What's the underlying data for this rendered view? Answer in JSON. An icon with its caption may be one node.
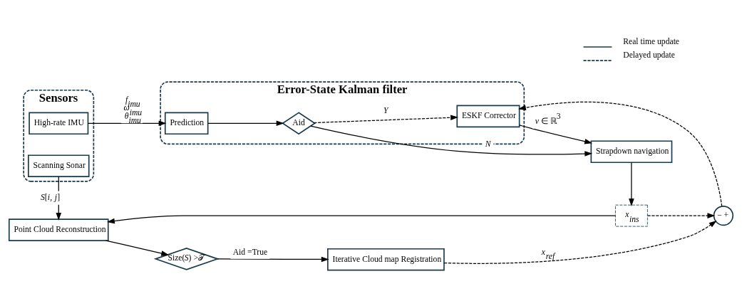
{
  "diagram": {
    "nodes": [
      {
        "text": [
          "Sensors"
        ]
      },
      {
        "text": [
          "High-rate IMU"
        ],
        "in": 0
      },
      {
        "text": [
          "Scanning Sonar"
        ],
        "in": 0
      },
      {
        "text": [
          "Error-State Kalman filter"
        ]
      },
      {
        "text": [
          "Prediction"
        ],
        "in": 3
      },
      {
        "text": [
          "Aid"
        ],
        "in": 3
      },
      {
        "text": [
          "ESKF Corrector"
        ],
        "in": 3
      },
      {
        "text": [
          "Strapdown navigation"
        ]
      },
      {
        "text": [
          "Point Cloud Reconstruction"
        ]
      },
      {
        "text": [
          "Size(*S*) >𝒯"
        ]
      },
      {
        "text": [
          "Iterative Cloud map Registration"
        ]
      },
      {
        "text": [
          "−",
          "+"
        ]
      },
      {
        "text": [
          "*x*$_{ins}$"
        ]
      }
    ],
    "edges": [
      {
        "from": 1,
        "to": 4,
        "arrow": "to",
        "label": "*f*$_{imu}$ *ω*$_{imu}$ *θ*$_{imu}$"
      },
      {
        "from": 4,
        "to": 5,
        "arrow": "to"
      },
      {
        "from": 5,
        "to": 7,
        "arrow": "to",
        "label": "*N*"
      },
      {
        "from": 5,
        "to": 6,
        "arrow": "to",
        "label": "*Y*",
        "style": "dashed"
      },
      {
        "from": 6,
        "to": 7,
        "arrow": "to",
        "label": "*v* ∈ ℝ$^{3}$"
      },
      {
        "from": 7,
        "to": 12,
        "arrow": "to"
      },
      {
        "from": 12,
        "to": 11,
        "arrow": "to",
        "style": "dashed"
      },
      {
        "from": 10,
        "to": 11,
        "arrow": "to",
        "style": "dashed",
        "label": "*x*$_{ref}$"
      },
      {
        "from": 11,
        "to": 6,
        "arrow": "to",
        "style": "dashed"
      },
      {
        "from": 2,
        "to": 8,
        "arrow": "to",
        "label": "*S*[*i*, *j*]"
      },
      {
        "from": 8,
        "to": 9,
        "arrow": "to"
      },
      {
        "from": 9,
        "to": 10,
        "arrow": "to",
        "label": "Aid =True"
      },
      {
        "from": 12,
        "to": 8,
        "arrow": "to"
      }
    ],
    "legend": [
      {
        "text": "Real time update"
      },
      {
        "text": "Delayed update"
      }
    ]
  }
}
